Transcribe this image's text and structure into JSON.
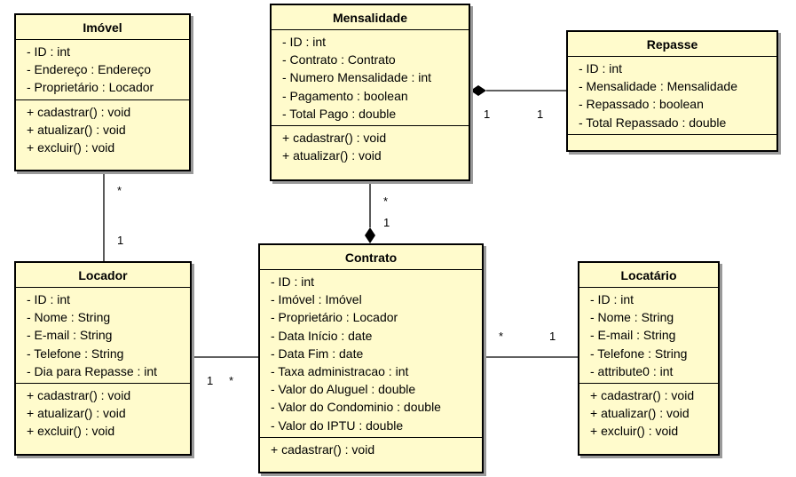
{
  "classes": {
    "imovel": {
      "name": "Imóvel",
      "attributes": [
        "- ID : int",
        "- Endereço : Endereço",
        "- Proprietário : Locador"
      ],
      "operations": [
        "+ cadastrar() : void",
        "+ atualizar() : void",
        "+ excluir() : void"
      ]
    },
    "mensalidade": {
      "name": "Mensalidade",
      "attributes": [
        "- ID : int",
        "- Contrato : Contrato",
        "- Numero Mensalidade : int",
        "- Pagamento : boolean",
        "- Total Pago : double"
      ],
      "operations": [
        "+ cadastrar() : void",
        "+ atualizar() : void"
      ]
    },
    "repasse": {
      "name": "Repasse",
      "attributes": [
        "- ID : int",
        "- Mensalidade : Mensalidade",
        "- Repassado : boolean",
        "- Total Repassado : double"
      ],
      "operations": []
    },
    "locador": {
      "name": "Locador",
      "attributes": [
        "- ID : int",
        "- Nome : String",
        "- E-mail : String",
        "- Telefone : String",
        "- Dia para Repasse : int"
      ],
      "operations": [
        "+ cadastrar() : void",
        "+ atualizar() : void",
        "+ excluir() : void"
      ]
    },
    "contrato": {
      "name": "Contrato",
      "attributes": [
        "- ID : int",
        "- Imóvel : Imóvel",
        "- Proprietário : Locador",
        "- Data Início : date",
        "- Data Fim : date",
        "- Taxa administracao : int",
        "- Valor do Aluguel : double",
        "- Valor do Condominio : double",
        "- Valor do IPTU : double"
      ],
      "operations": [
        "+ cadastrar() : void"
      ]
    },
    "locatario": {
      "name": "Locatário",
      "attributes": [
        "- ID : int",
        "- Nome : String",
        "- E-mail : String",
        "- Telefone : String",
        "- attribute0 : int"
      ],
      "operations": [
        "+ cadastrar() : void",
        "+ atualizar() : void",
        "+ excluir() : void"
      ]
    }
  },
  "associations": {
    "mensalidade_repasse": {
      "end_mensalidade": "1",
      "end_repasse": "1"
    },
    "imovel_locador": {
      "end_imovel": "*",
      "end_locador": "1"
    },
    "mensalidade_contrato": {
      "end_mensalidade": "*",
      "end_contrato": "1"
    },
    "locador_contrato": {
      "end_locador": "1",
      "end_contrato": "*"
    },
    "contrato_locatario": {
      "end_contrato": "*",
      "end_locatario": "1"
    }
  }
}
